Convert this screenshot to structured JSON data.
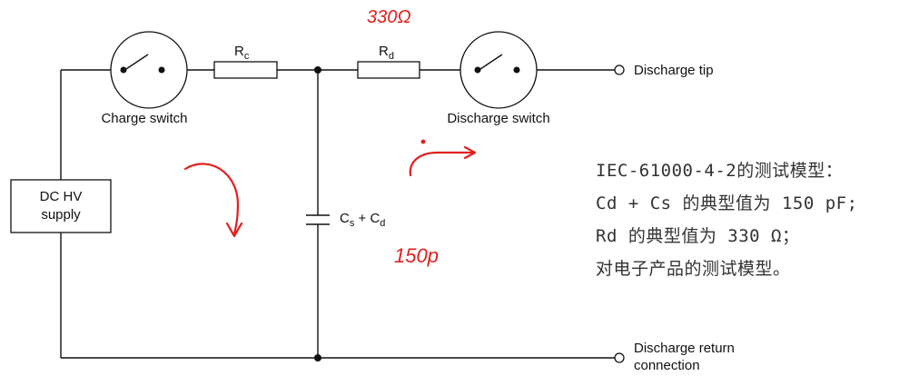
{
  "circuit": {
    "components": {
      "rc_label": "R",
      "rc_sub": "c",
      "rd_label": "R",
      "rd_sub": "d",
      "cap_label_a": "C",
      "cap_sub_a": "s",
      "cap_plus": " + C",
      "cap_sub_b": "d",
      "supply_line1": "DC HV",
      "supply_line2": "supply",
      "charge_switch": "Charge switch",
      "discharge_switch": "Discharge switch",
      "discharge_tip": "Discharge tip",
      "return_line1": "Discharge return",
      "return_line2": "connection"
    },
    "handwritten": {
      "rd_value": "330Ω",
      "cap_value": "150p"
    },
    "ink_color": "#e0201c"
  },
  "annotation": {
    "lines": [
      "IEC-61000-4-2的测试模型：",
      "Cd + Cs 的典型值为 150 pF;",
      "Rd 的典型值为 330 Ω；",
      "对电子产品的测试模型。"
    ]
  }
}
